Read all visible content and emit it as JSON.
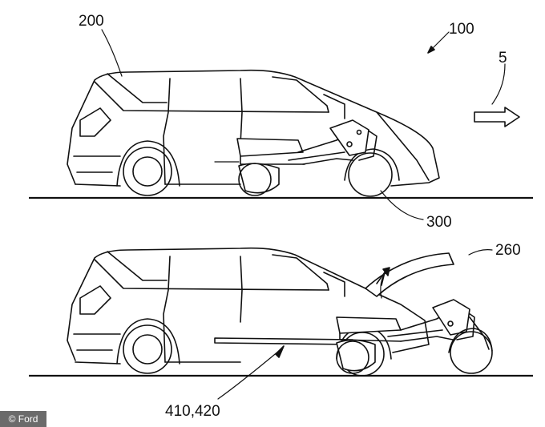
{
  "figure": {
    "labels": {
      "system": "100",
      "vehicle": "200",
      "direction": "5",
      "motorcycle": "300",
      "hood": "260",
      "rails": "410,420"
    }
  },
  "credit": {
    "text": "© Ford"
  }
}
